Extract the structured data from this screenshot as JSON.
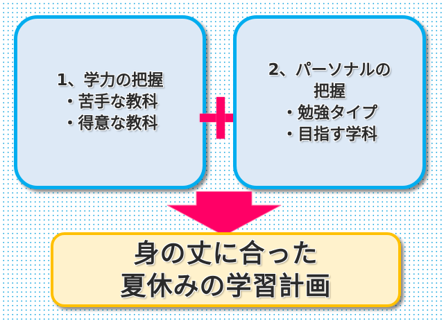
{
  "box1": {
    "title": "1、学力の把握",
    "items": [
      "・苦手な教科",
      "・得意な教科"
    ]
  },
  "box2": {
    "title_line1": "2、パーソナルの",
    "title_line2": "把握",
    "items": [
      "・勉強タイプ",
      "・目指す学科"
    ]
  },
  "operator": "plus-icon",
  "arrow": "down-arrow-icon",
  "result": {
    "line1": "身の丈に合った",
    "line2": "夏休みの学習計画"
  },
  "colors": {
    "box_border": "#00adef",
    "box_fill": "#dde9f6",
    "accent_pink": "#ff0066",
    "result_border": "#ffc000",
    "result_fill": "#fff2cc"
  }
}
